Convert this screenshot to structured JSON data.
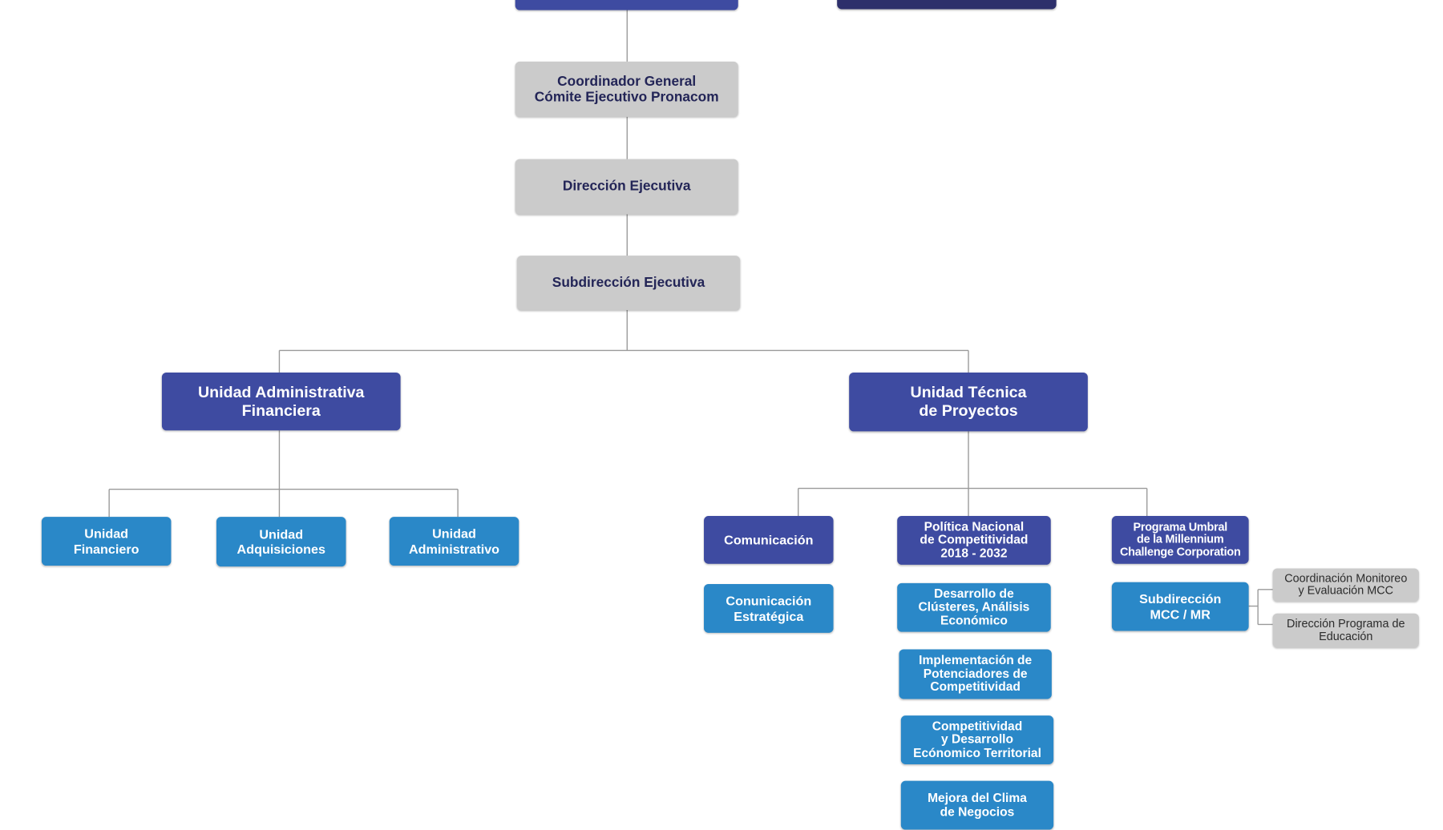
{
  "org_chart": {
    "top_left_box": "",
    "top_right_box": "",
    "coordinador": "Coordinador General\nCómite Ejecutivo Pronacom",
    "direccion": "Dirección Ejecutiva",
    "subdireccion": "Subdirección Ejecutiva",
    "unidad_admin_financiera": "Unidad Administrativa\nFinanciera",
    "unidad_tecnica": "Unidad Técnica\nde Proyectos",
    "unidad_financiero": "Unidad\nFinanciero",
    "unidad_adquisiciones": "Unidad\nAdquisiciones",
    "unidad_administrativo": "Unidad\nAdministrativo",
    "comunicacion": "Comunicación",
    "comunicacion_estrategica": "Conunicación\nEstratégica",
    "politica_nacional": "Política Nacional\nde Competitividad\n2018 - 2032",
    "desarrollo_clusteres": "Desarrollo de\nClústeres, Análisis\nEconómico",
    "implementacion": "Implementación de\nPotenciadores de\nCompetitividad",
    "competitividad_territorial": "Competitividad\ny Desarrollo\nEcónomico Territorial",
    "mejora_clima": "Mejora del Clima\nde Negocios",
    "programa_umbral": "Programa Umbral\nde la Millennium\nChallenge Corporation",
    "subdireccion_mcc": "Subdirección\nMCC / MR",
    "coordinacion_monitoreo": "Coordinación Monitoreo\ny Evaluación MCC",
    "direccion_programa_educacion": "Dirección Programa de\nEducación"
  },
  "colors": {
    "gray": "#cbcbcb",
    "navy": "#3e4ba1",
    "dark_navy": "#2d2f6b",
    "blue": "#2a88c8",
    "connector": "#9a9a9a"
  }
}
